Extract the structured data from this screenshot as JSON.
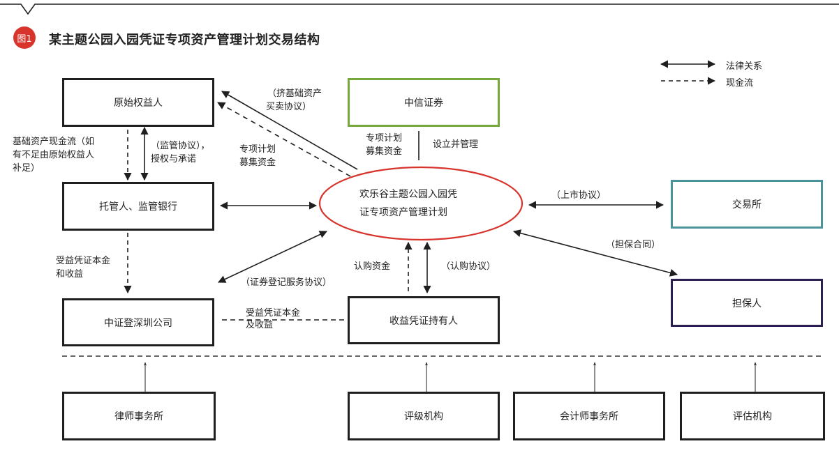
{
  "header": {
    "badge": "图1",
    "title": "某主题公园入园凭证专项资产管理计划交易结构"
  },
  "legend": {
    "items": [
      {
        "icon": "double-arrow-solid",
        "label": "法律关系"
      },
      {
        "icon": "dashed-arrow",
        "label": "现金流"
      }
    ]
  },
  "nodes": {
    "originator": {
      "label": "原始权益人",
      "border": "#1f1f1f"
    },
    "citic": {
      "label": "中信证券",
      "border": "#77a83c"
    },
    "custodian": {
      "label": "托管人、监管银行",
      "border": "#1f1f1f"
    },
    "plan": {
      "label": "欢乐谷主题公园入园凭证专项资产管理计划",
      "line1": "欢乐谷主题公园入园凭",
      "line2": "证专项资产管理计划",
      "border": "#d8332c"
    },
    "exchange": {
      "label": "交易所",
      "border": "#4a939c"
    },
    "guarantor": {
      "label": "担保人",
      "border": "#2c1f52"
    },
    "csdc": {
      "label": "中证登深圳公司",
      "border": "#1f1f1f"
    },
    "holders": {
      "label": "收益凭证持有人",
      "border": "#1f1f1f"
    },
    "law_firm": {
      "label": "律师事务所"
    },
    "rating": {
      "label": "评级机构"
    },
    "accounting": {
      "label": "会计师事务所"
    },
    "appraisal": {
      "label": "评估机构"
    }
  },
  "edge_labels": {
    "transfer_agreement_1": "（挤基础资产",
    "transfer_agreement_2": "买卖协议）",
    "plan_funds_left_1": "专项计划",
    "plan_funds_left_2": "募集资金",
    "plan_funds_top_1": "专项计划",
    "plan_funds_top_2": "募集资金",
    "establish_manage": "设立并管理",
    "underlying_cf_1": "基础资产现金流（如",
    "underlying_cf_2": "有不足由原始权益人",
    "underlying_cf_3": "补足）",
    "supervision_1": "（监管协议），",
    "supervision_2": "授权与承诺",
    "listing": "（上市协议）",
    "guarantee": "（担保合同）",
    "principal_income_1": "受益凭证本金",
    "principal_income_2": "和收益",
    "registration": "（证券登记服务协议）",
    "subscription_funds": "认购资金",
    "subscription_agreement": "（认购协议）",
    "principal_income_b_1": "受益凭证本金",
    "principal_income_b_2": "及收益"
  },
  "colors": {
    "badge": "#d9342b",
    "line": "#1f1f1f"
  }
}
